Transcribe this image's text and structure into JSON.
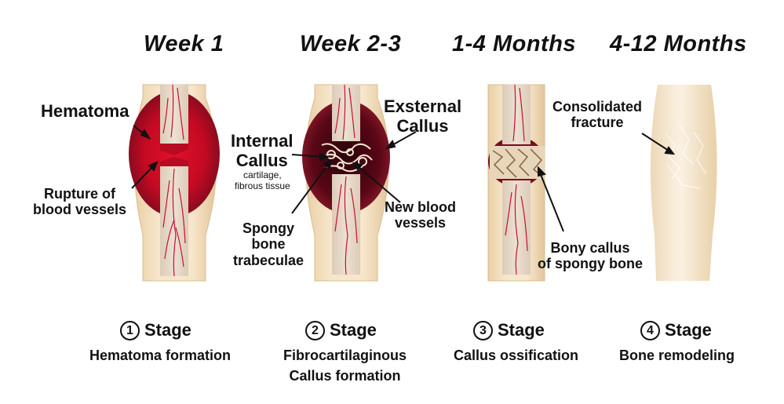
{
  "weeks": [
    "Week 1",
    "Week 2-3",
    "1-4 Months",
    "4-12 Months"
  ],
  "labels": {
    "hematoma": "Hematoma",
    "rupture": [
      "Rupture of",
      "blood vessels"
    ],
    "internal_callus": [
      "Internal",
      "Callus"
    ],
    "internal_callus_note": [
      "cartilage,",
      "fibrous tissue"
    ],
    "external_callus": [
      "Exsternal",
      "Callus"
    ],
    "new_vessels": [
      "New blood",
      "vessels"
    ],
    "spongy": [
      "Spongy",
      "bone",
      "trabeculae"
    ],
    "bony_callus": [
      "Bony callus",
      "of spongy bone"
    ],
    "consolidated": [
      "Consolidated",
      "fracture"
    ]
  },
  "stages": [
    {
      "number": "1",
      "title": "Stage",
      "desc": [
        "Hematoma formation"
      ]
    },
    {
      "number": "2",
      "title": "Stage",
      "desc": [
        "Fibrocartilaginous",
        "Callus formation"
      ]
    },
    {
      "number": "3",
      "title": "Stage",
      "desc": [
        "Callus ossification"
      ]
    },
    {
      "number": "4",
      "title": "Stage",
      "desc": [
        "Bone remodeling"
      ]
    }
  ],
  "colors": {
    "bone": "#f3dfc0",
    "bone_edge": "#d9bd93",
    "marrow": "#e6d7c7",
    "blood": "#c8102e",
    "hematoma_dark": "#7a0b1e",
    "callus_dark": "#4a0612"
  }
}
